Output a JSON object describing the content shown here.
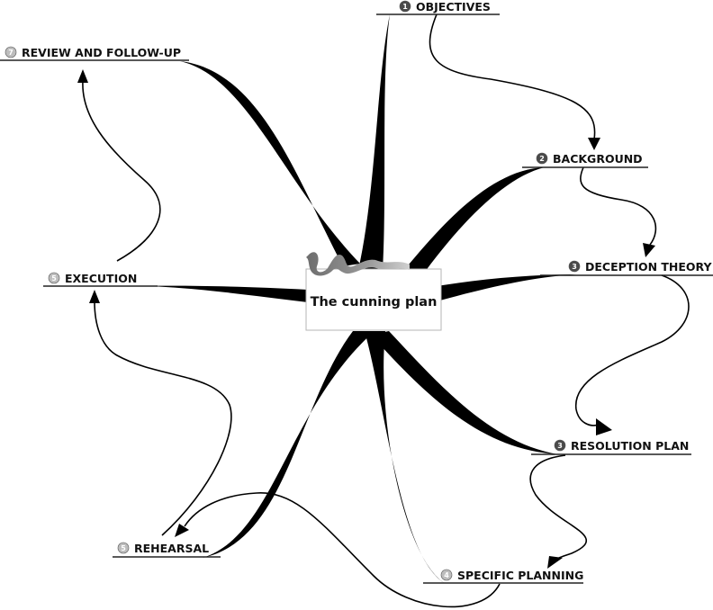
{
  "central": {
    "title": "The cunning plan"
  },
  "nodes": [
    {
      "id": "objectives",
      "number": "1",
      "label": "OBJECTIVES",
      "badge_color": "#4a4a4a"
    },
    {
      "id": "background",
      "number": "2",
      "label": "BACKGROUND",
      "badge_color": "#4a4a4a"
    },
    {
      "id": "deception-theory",
      "number": "3",
      "label": "DECEPTION THEORY",
      "badge_color": "#4a4a4a"
    },
    {
      "id": "resolution-plan",
      "number": "3",
      "label": "RESOLUTION PLAN",
      "badge_color": "#4a4a4a"
    },
    {
      "id": "specific-planning",
      "number": "4",
      "label": "SPECIFIC PLANNING",
      "badge_color": "#bdbdbd"
    },
    {
      "id": "rehearsal",
      "number": "5",
      "label": "REHEARSAL",
      "badge_color": "#bdbdbd"
    },
    {
      "id": "execution",
      "number": "5",
      "label": "EXECUTION",
      "badge_color": "#bdbdbd"
    },
    {
      "id": "review-follow-up",
      "number": "7",
      "label": "REVIEW AND FOLLOW-UP",
      "badge_color": "#bdbdbd"
    }
  ]
}
